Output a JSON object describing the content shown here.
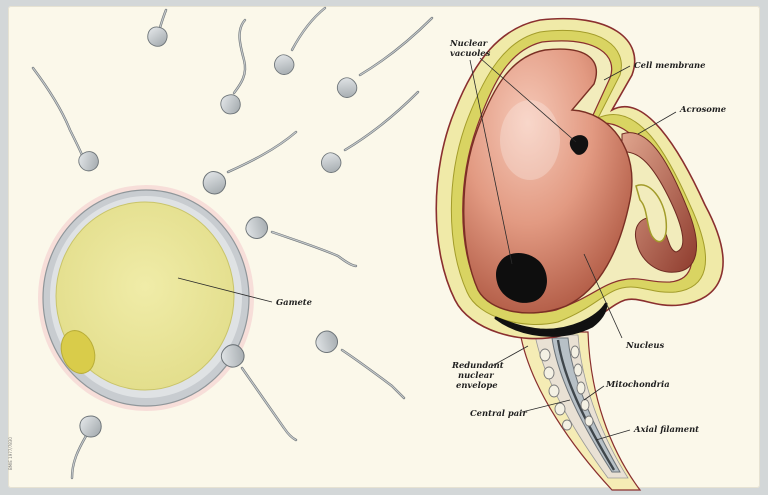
{
  "labels": {
    "gamete": "Gamete",
    "nuclear_vacuoles": [
      "Nuclear",
      "vacuoles"
    ],
    "cell_membrane": "Cell membrane",
    "acrosome": "Acrosome",
    "nucleus": "Nucleus",
    "redundant_nuclear_envelope": [
      "Redundant",
      "nuclear",
      "envelope"
    ],
    "mitochondria": "Mitochondria",
    "central_pair": "Central pair",
    "axial_filament": "Axial filament"
  },
  "credit": "BMIE 1977/7830",
  "colors": {
    "background": "#fbf8ea",
    "frame": "#d3d7d8",
    "sperm_gray": "#c5c9cb",
    "sperm_outline": "#6e7579",
    "gamete_yolk": "#eae59c",
    "membrane_yellow": "#d7d25a",
    "nucleus_pink": "#d98a74",
    "outline_red": "#8a2f2f"
  }
}
